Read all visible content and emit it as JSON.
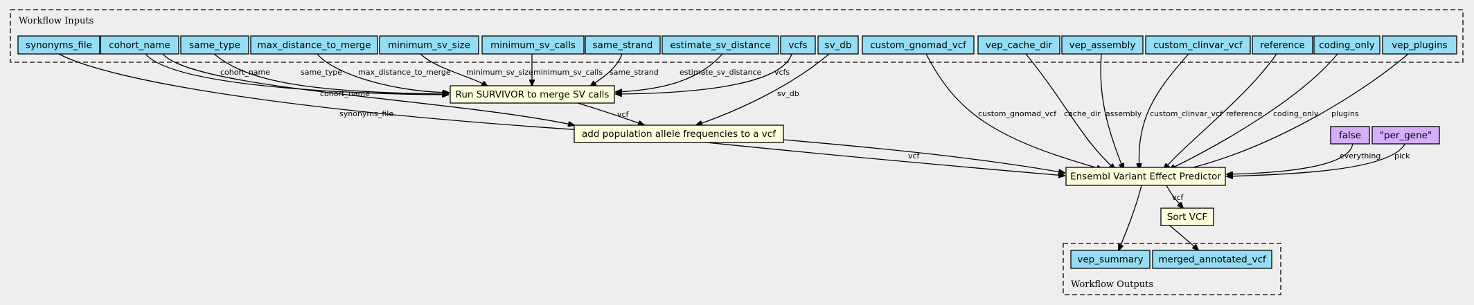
{
  "clusters": {
    "inputs_title": "Workflow Inputs",
    "outputs_title": "Workflow Outputs"
  },
  "nodes": {
    "synonyms_file": "synonyms_file",
    "cohort_name": "cohort_name",
    "same_type": "same_type",
    "max_distance_to_merge": "max_distance_to_merge",
    "minimum_sv_size": "minimum_sv_size",
    "minimum_sv_calls": "minimum_sv_calls",
    "same_strand": "same_strand",
    "estimate_sv_distance": "estimate_sv_distance",
    "vcfs": "vcfs",
    "sv_db": "sv_db",
    "custom_gnomad_vcf": "custom_gnomad_vcf",
    "vep_cache_dir": "vep_cache_dir",
    "vep_assembly": "vep_assembly",
    "custom_clinvar_vcf": "custom_clinvar_vcf",
    "reference": "reference",
    "coding_only": "coding_only",
    "vep_plugins": "vep_plugins",
    "default_false": "false",
    "default_per_gene": "\"per_gene\"",
    "step_survivor": "Run SURVIVOR to merge SV calls",
    "step_allele_freq": "add population allele frequencies to a vcf",
    "step_vep": "Ensembl Variant Effect Predictor",
    "step_sort": "Sort VCF",
    "vep_summary": "vep_summary",
    "merged_annotated_vcf": "merged_annotated_vcf"
  },
  "edge_labels": {
    "cohort_name_survivor": "cohort_name",
    "same_type": "same_type",
    "max_distance_to_merge": "max_distance_to_merge",
    "minimum_sv_size": "minimum_sv_size",
    "minimum_sv_calls": "minimum_sv_calls",
    "same_strand": "same_strand",
    "estimate_sv_distance": "estimate_sv_distance",
    "vcfs": "vcfs",
    "cohort_name_af": "cohort_name",
    "synonyms_file": "synonyms_file",
    "sv_db": "sv_db",
    "survivor_vcf": "vcf",
    "af_vcf": "vcf",
    "custom_gnomad_vcf": "custom_gnomad_vcf",
    "cache_dir": "cache_dir",
    "assembly": "assembly",
    "custom_clinvar_vcf": "custom_clinvar_vcf",
    "reference": "reference",
    "coding_only": "coding_only",
    "plugins": "plugins",
    "everything": "everything",
    "pick": "pick",
    "vep_vcf": "vcf"
  }
}
